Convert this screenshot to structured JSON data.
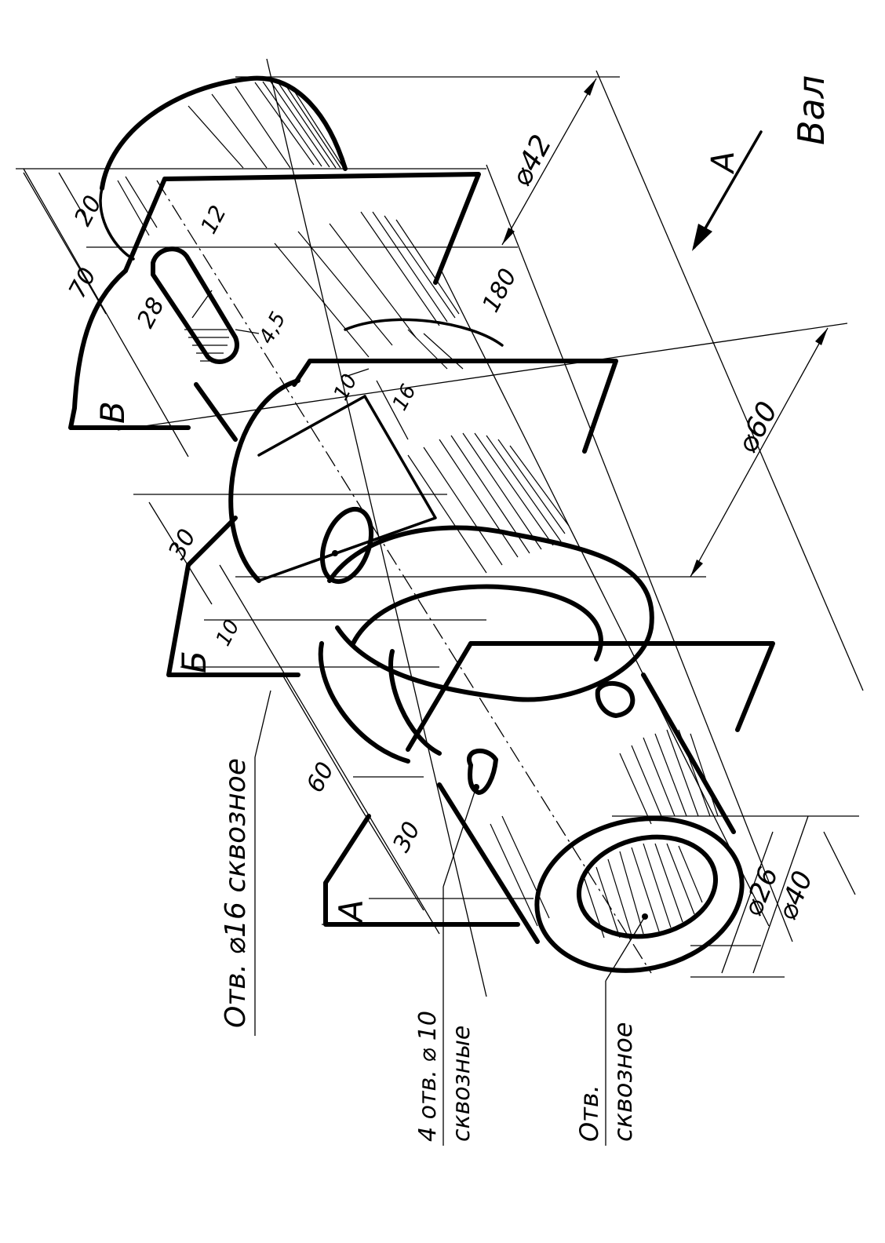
{
  "title": "Вал",
  "view_arrow_label": "А",
  "section_labels": {
    "v": "В",
    "b": "Б",
    "a": "А"
  },
  "dimensions": {
    "d42": "⌀42",
    "d60": "⌀60",
    "d26": "⌀26",
    "d40": "⌀40",
    "l180": "180",
    "l70": "70",
    "l20": "20",
    "l28": "28",
    "l12": "12",
    "l4_5": "4,5",
    "l10_top": "10",
    "l16": "16",
    "l30_top": "30",
    "l10_mid": "10",
    "l60": "60",
    "l30_bottom": "30"
  },
  "notes": {
    "hole16": "Отв. ⌀16 сквозное",
    "holes10_line1": "4 отв. ⌀ 10",
    "holes10_line2": "сквозные",
    "hole_end_line1": "Отв.",
    "hole_end_line2": "сквозное"
  }
}
